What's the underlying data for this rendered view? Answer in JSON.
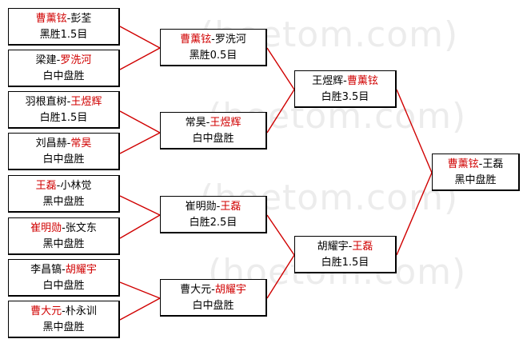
{
  "watermark": "(hoetom.com)",
  "colors": {
    "winner": "#d00000",
    "text": "#000000",
    "line": "#d00000"
  },
  "round1": [
    {
      "p1": "曹薰铉",
      "sep": "-",
      "p2": "彭荃",
      "winner": 1,
      "result": "黑胜1.5目"
    },
    {
      "p1": "梁建",
      "sep": "-",
      "p2": "罗洗河",
      "winner": 2,
      "result": "白中盘胜"
    },
    {
      "p1": "羽根直树",
      "sep": "-",
      "p2": "王煜辉",
      "winner": 2,
      "result": "白胜1.5目"
    },
    {
      "p1": "刘昌赫",
      "sep": "-",
      "p2": "常昊",
      "winner": 2,
      "result": "白中盘胜"
    },
    {
      "p1": "王磊",
      "sep": "-",
      "p2": "小林觉",
      "winner": 1,
      "result": "黑中盘胜"
    },
    {
      "p1": "崔明勋",
      "sep": "-",
      "p2": "张文东",
      "winner": 1,
      "result": "黑中盘胜"
    },
    {
      "p1": "李昌镐",
      "sep": "-",
      "p2": "胡耀宇",
      "winner": 2,
      "result": "白中盘胜"
    },
    {
      "p1": "曹大元",
      "sep": "-",
      "p2": "朴永训",
      "winner": 1,
      "result": "黑中盘胜"
    }
  ],
  "round2": [
    {
      "p1": "曹薰铉",
      "sep": "-",
      "p2": "罗洗河",
      "winner": 1,
      "result": "黑胜0.5目"
    },
    {
      "p1": "常昊",
      "sep": "-",
      "p2": "王煜辉",
      "winner": 2,
      "result": "白中盘胜"
    },
    {
      "p1": "崔明勋",
      "sep": "-",
      "p2": "王磊",
      "winner": 2,
      "result": "白胜2.5目"
    },
    {
      "p1": "曹大元",
      "sep": "-",
      "p2": "胡耀宇",
      "winner": 2,
      "result": "白中盘胜"
    }
  ],
  "round3": [
    {
      "p1": "王煜辉",
      "sep": "-",
      "p2": "曹薰铉",
      "winner": 2,
      "result": "白胜3.5目"
    },
    {
      "p1": "胡耀宇",
      "sep": "-",
      "p2": "王磊",
      "winner": 2,
      "result": "白胜1.5目"
    }
  ],
  "final": [
    {
      "p1": "曹薰铉",
      "sep": "-",
      "p2": "王磊",
      "winner": 1,
      "result": "黑中盘胜"
    }
  ]
}
